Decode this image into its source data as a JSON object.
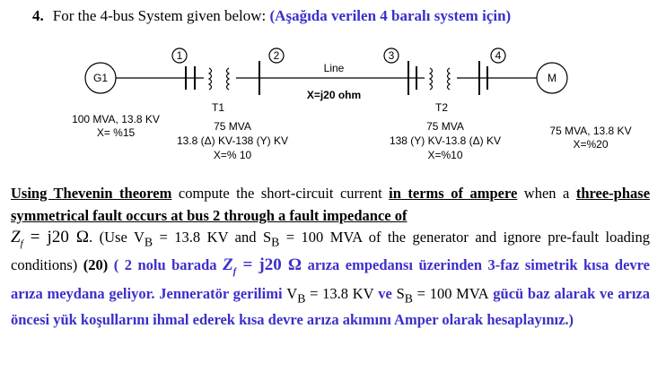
{
  "question": {
    "number": "4.",
    "text_en": "For the 4-bus System given below:",
    "text_tr": "(Aşağıda verilen 4 baralı system için)"
  },
  "diagram": {
    "buses": [
      "1",
      "2",
      "3",
      "4"
    ],
    "generator": {
      "label": "G1",
      "rating": "100 MVA, 13.8 KV",
      "reactance": "X= %15"
    },
    "t1": {
      "name": "T1",
      "rating": "75 MVA",
      "voltage": "13.8 (Δ) KV-138 (Y) KV",
      "reactance": "X=% 10"
    },
    "line": {
      "name": "Line",
      "impedance": "X=j20 ohm"
    },
    "t2": {
      "name": "T2",
      "rating": "75 MVA",
      "voltage": "138 (Y) KV-13.8 (Δ) KV",
      "reactance": "X=%10"
    },
    "motor": {
      "label": "M",
      "rating": "75 MVA, 13.8 KV",
      "reactance": "X=%20"
    }
  },
  "body": {
    "p1": "Using Thevenin theorem",
    "p2": " compute the short-circuit current ",
    "p3": "in terms of ampere",
    "p4": " when a ",
    "p5": "three-phase symmetrical fault occurs at bus 2 through a fault impedance of",
    "zf_Z": "Z",
    "zf_sub": "f",
    "zf_val": " = j20 ",
    "zf_ohm": "Ω",
    "p6": ". (Use V",
    "vb_sub": "B",
    "p7": " = 13.8 KV and S",
    "sb_sub": "B",
    "p8": " = 100 MVA  of the generator and ignore pre-fault loading conditions) ",
    "points": "(20)",
    "tr1": " ( 2 nolu barada ",
    "tr_zf_val": " = j20 ",
    "tr2": " arıza empedansı üzerinden 3-faz simetrik kısa devre arıza meydana geliyor.  Jenneratör gerilimi ",
    "tr_v": "V",
    "tr_v_sub": "B",
    "tr_v_val": " = 13.8 KV",
    "tr3": " ve  ",
    "tr_s": "S",
    "tr_s_sub": "B",
    "tr_s_val": " = 100 MVA",
    "tr4": " gücü baz alarak ve arıza öncesi yük koşullarını ihmal ederek kısa devre arıza akımını Amper olarak hesaplayınız.)"
  }
}
